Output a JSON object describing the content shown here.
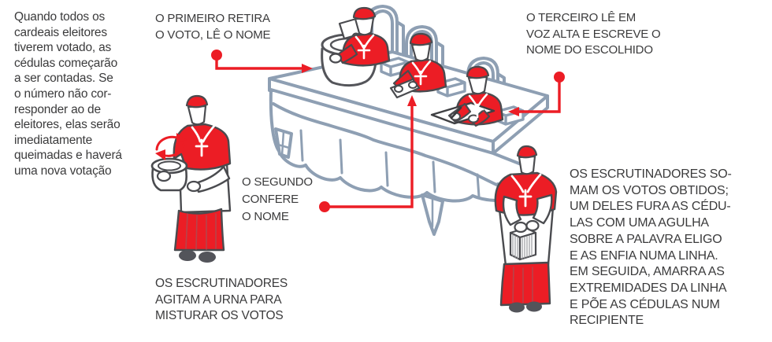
{
  "title": "Conclave vote-counting infographic",
  "colors": {
    "accent_red": "#EC1D25",
    "furniture_gray_blue": "#8E9FB3",
    "figure_outline": "#4A4B4F",
    "text_dark": "#3B3B3C"
  },
  "intro": "Quando todos os\ncardeais eleitores\ntiverem votado, as\ncédulas começarão\na ser contadas. Se\no número não cor-\nresponder ao de\neleitores, elas serão\nimediatamente\nqueimadas e haverá\numa nova votação",
  "labels": {
    "first_scrutineer": "O PRIMEIRO RETIRA\nO VOTO, LÊ O NOME",
    "third_scrutineer": "O TERCEIRO LÊ EM\nVOZ ALTA E ESCREVE O\nNOME DO ESCOLHIDO",
    "second_scrutineer": "O SEGUNDO\nCONFERE\nO NOME",
    "shake_urn": "OS ESCRUTINADORES\nAGITAM A URNA PARA\nMISTURAR OS VOTOS",
    "sum_votes": "OS ESCRUTINADORES SO-\nMAM OS VOTOS OBTIDOS;\nUM DELES FURA AS CÉDU-\nLAS COM UMA AGULHA\nSOBRE A PALAVRA ELIGO\nE AS ENFIA NUMA LINHA.\nEM SEGUIDA, AMARRA AS\nEXTREMIDADES DA LINHA\nE PÕE AS CÉDULAS NUM\nRECIPIENTE"
  }
}
